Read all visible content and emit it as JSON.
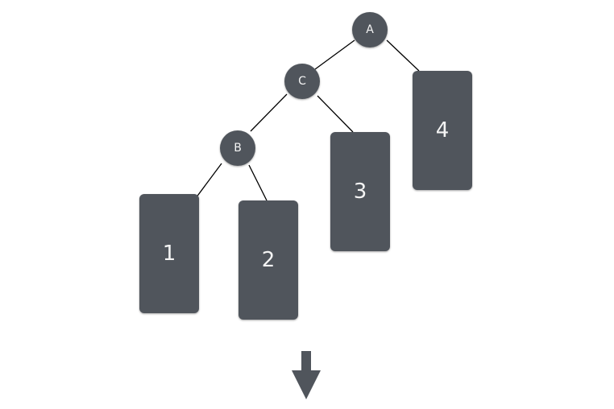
{
  "tree": {
    "nodes": {
      "a": "A",
      "c": "C",
      "b": "B"
    },
    "leaves": {
      "l1": "1",
      "l2": "2",
      "l3": "3",
      "l4": "4"
    }
  },
  "colors": {
    "shape": "#50555c",
    "text": "#f4f4f4",
    "edge": "#000000"
  },
  "arrow": {
    "direction": "down",
    "icon": "down-arrow-icon"
  }
}
